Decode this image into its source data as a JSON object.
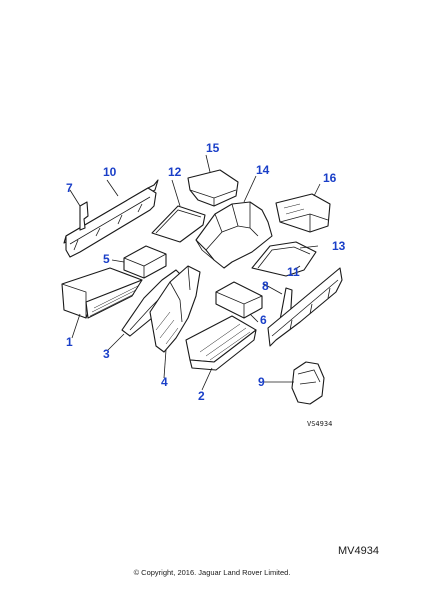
{
  "diagram": {
    "callout_color": "#1a3fc8",
    "callouts": [
      "1",
      "2",
      "3",
      "4",
      "5",
      "6",
      "7",
      "8",
      "9",
      "10",
      "11",
      "12",
      "13",
      "14",
      "15",
      "16"
    ],
    "drawing_ref": "VS4934",
    "figure_code": "MV4934",
    "copyright": "© Copyright, 2016. Jaguar Land Rover Limited."
  }
}
